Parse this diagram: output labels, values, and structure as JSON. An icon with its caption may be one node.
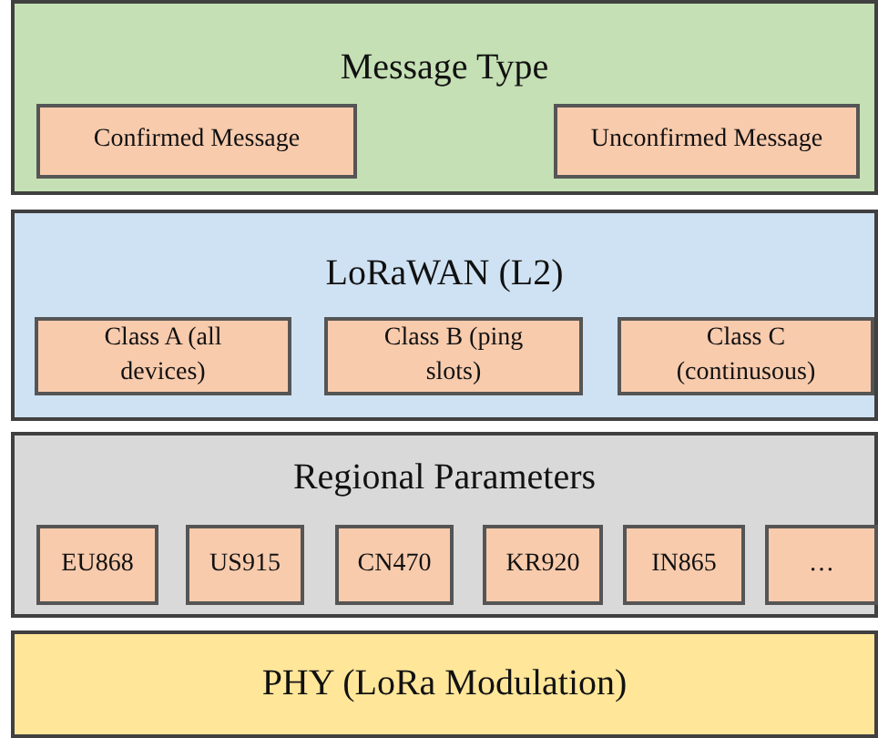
{
  "diagram": {
    "nodes": [
      {
        "text": [
          "Message Type"
        ]
      },
      {
        "text": [
          "Confirmed Message"
        ],
        "in": 0
      },
      {
        "text": [
          "Unconfirmed Message"
        ],
        "in": 0
      },
      {
        "text": [
          "LoRaWAN (L2)"
        ]
      },
      {
        "text": [
          "Class A (all devices)"
        ],
        "in": 3
      },
      {
        "text": [
          "Class B (ping slots)"
        ],
        "in": 3
      },
      {
        "text": [
          "Class C (continusous)"
        ],
        "in": 3
      },
      {
        "text": [
          "Regional Parameters"
        ]
      },
      {
        "text": [
          "EU868"
        ],
        "in": 7
      },
      {
        "text": [
          "US915"
        ],
        "in": 7
      },
      {
        "text": [
          "CN470"
        ],
        "in": 7
      },
      {
        "text": [
          "KR920"
        ],
        "in": 7
      },
      {
        "text": [
          "IN865"
        ],
        "in": 7
      },
      {
        "text": [
          "…"
        ],
        "in": 7
      },
      {
        "text": [
          "PHY (LoRa Modulation)"
        ]
      }
    ]
  }
}
